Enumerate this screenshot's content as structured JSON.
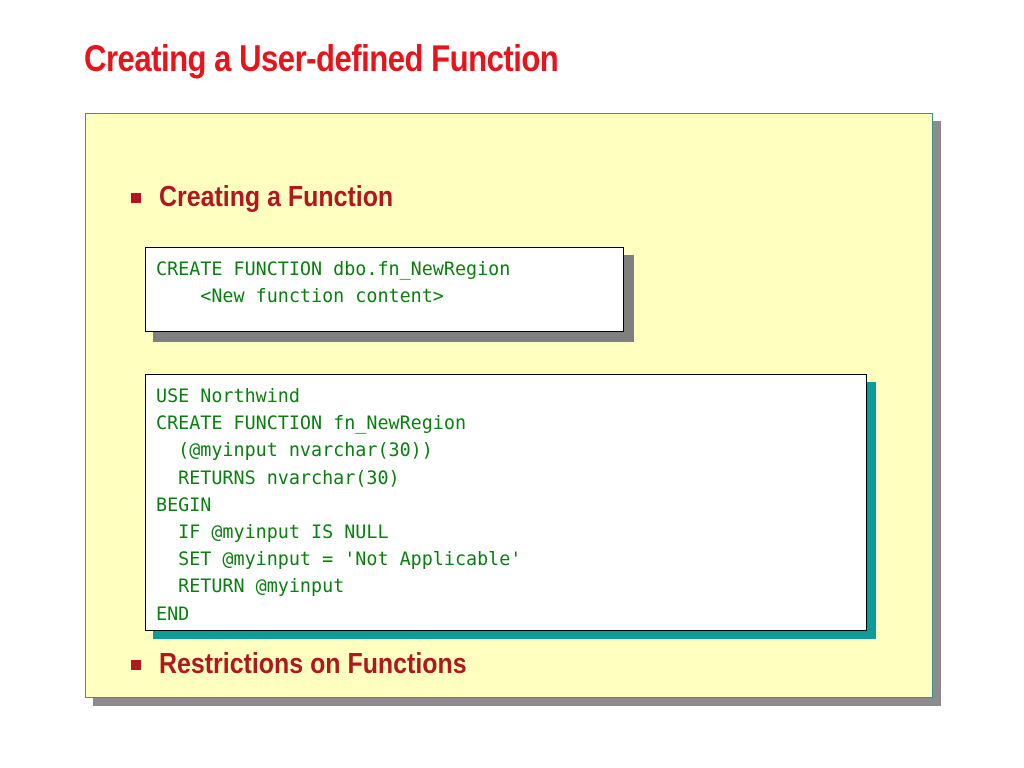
{
  "slide": {
    "title": "Creating a User-defined Function",
    "bullets": [
      {
        "text": "Creating a Function"
      },
      {
        "text": "Restrictions on Functions"
      }
    ],
    "code_blocks": [
      {
        "lines": [
          "CREATE FUNCTION dbo.fn_NewRegion",
          "    <New function content>"
        ]
      },
      {
        "lines": [
          "USE Northwind",
          "CREATE FUNCTION fn_NewRegion",
          "  (@myinput nvarchar(30))",
          "  RETURNS nvarchar(30)",
          "BEGIN",
          "  IF @myinput IS NULL",
          "  SET @myinput = 'Not Applicable'",
          "  RETURN @myinput",
          "END"
        ]
      }
    ]
  },
  "colors": {
    "title": "#e8141c",
    "bullet": "#b0171f",
    "panel_background": "#ffffc0",
    "panel_border": "#3a8f8f",
    "code_text": "#0a7f10",
    "code_shadow_gray": "#7f7f7f",
    "code_shadow_teal": "#0e9b9b"
  },
  "icons": {
    "bullet": "square-bullet-icon"
  }
}
